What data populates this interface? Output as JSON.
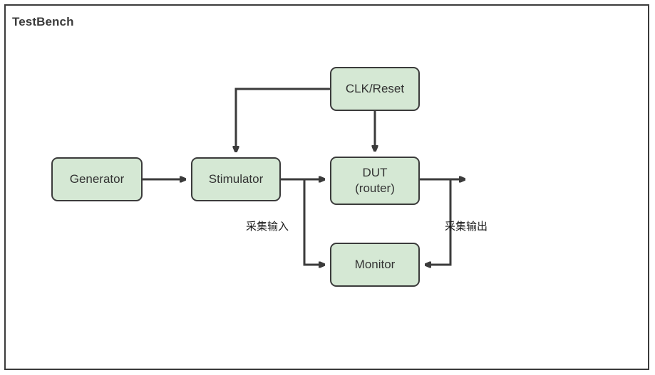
{
  "diagram": {
    "title": "TestBench",
    "colors": {
      "node_fill": "#d5e8d4",
      "node_stroke": "#3b3b3b",
      "edge_stroke": "#3b3b3b",
      "background": "#ffffff",
      "title_text": "#3b3b3b",
      "node_text": "#333333"
    },
    "nodes": [
      {
        "id": "generator",
        "label": "Generator"
      },
      {
        "id": "stimulator",
        "label": "Stimulator"
      },
      {
        "id": "clkreset",
        "label": "CLK/Reset"
      },
      {
        "id": "dut",
        "label": "DUT\n(router)"
      },
      {
        "id": "monitor",
        "label": "Monitor"
      }
    ],
    "edge_labels": {
      "capture_input": "采集输入",
      "capture_output": "采集输出"
    },
    "edges": [
      {
        "from": "generator",
        "to": "stimulator",
        "arrow": "end"
      },
      {
        "from": "clkreset",
        "to": "stimulator",
        "arrow": "end"
      },
      {
        "from": "clkreset",
        "to": "dut",
        "arrow": "end"
      },
      {
        "from": "stimulator",
        "to": "dut",
        "arrow": "end"
      },
      {
        "from": "stimulator",
        "to": "monitor",
        "arrow": "end",
        "label": "采集输入"
      },
      {
        "from": "dut",
        "to": "output",
        "arrow": "end"
      },
      {
        "from": "dut",
        "to": "monitor",
        "arrow": "end",
        "label": "采集输出"
      }
    ]
  }
}
